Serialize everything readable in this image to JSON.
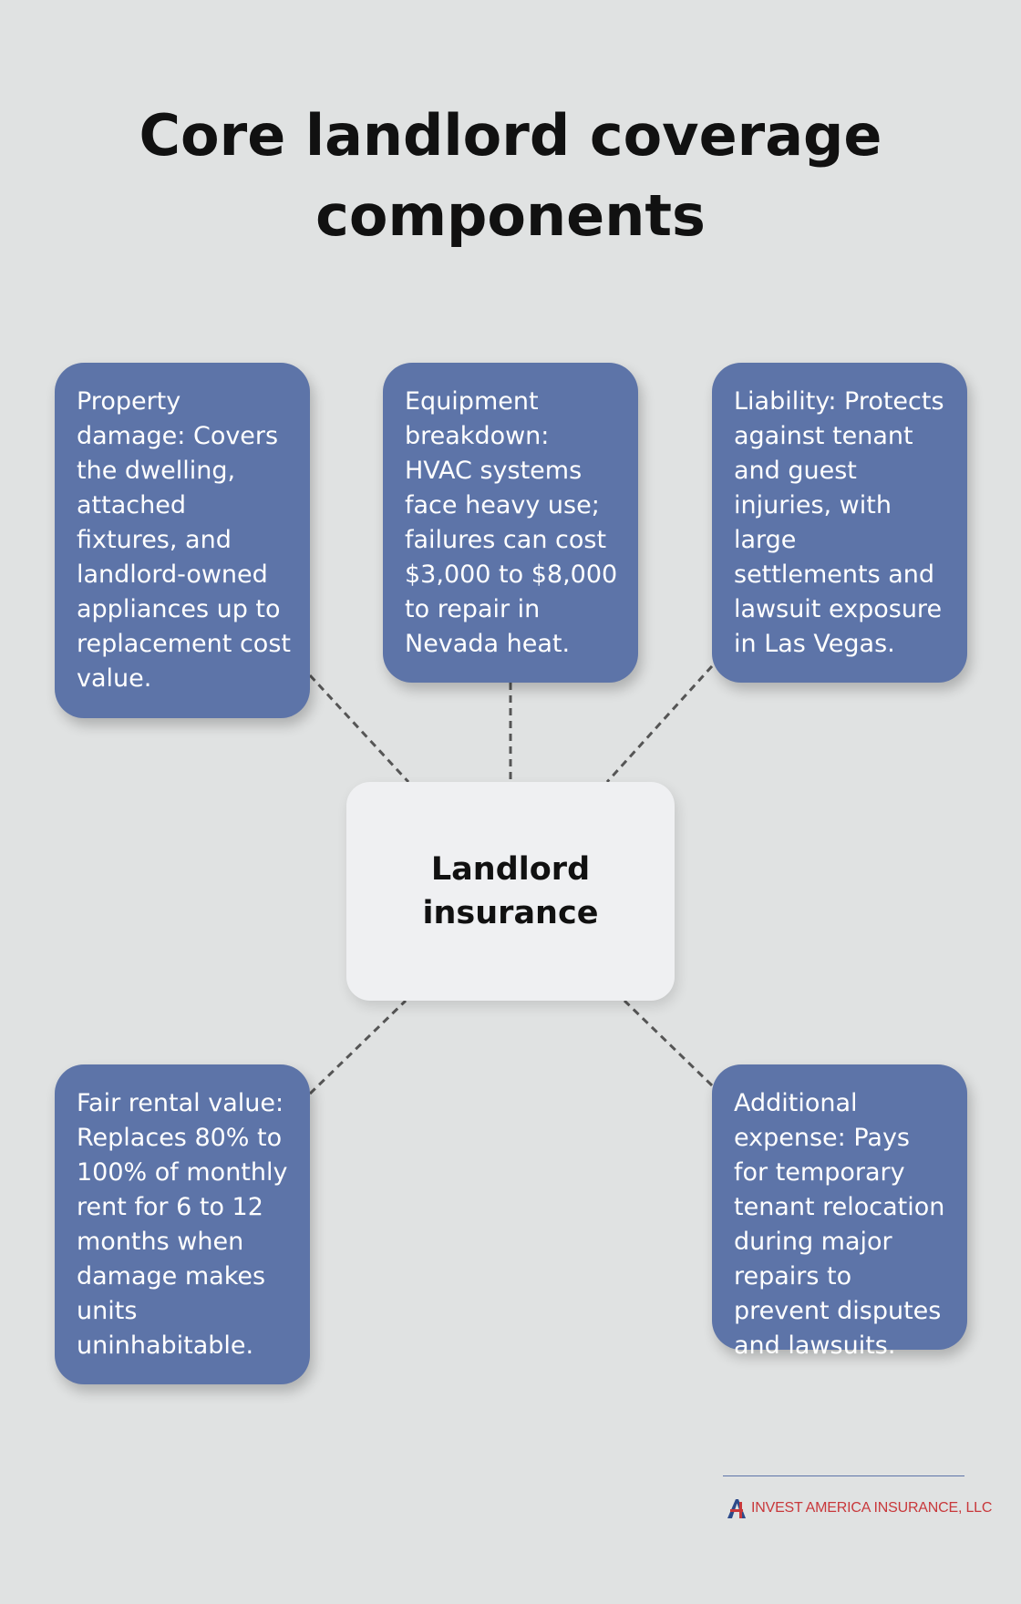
{
  "title": "Core landlord coverage components",
  "hub": {
    "label": "Landlord insurance"
  },
  "cards": [
    {
      "text": "Property damage: Covers the dwelling, attached fixtures, and landlord-owned appliances up to replacement cost value."
    },
    {
      "text": "Equipment breakdown: HVAC systems face heavy use; failures can cost $3,000 to $8,000 to repair in Nevada heat."
    },
    {
      "text": "Liability: Protects against tenant and guest injuries, with large settlements and lawsuit exposure in Las Vegas."
    },
    {
      "text": "Fair rental value: Replaces 80% to 100% of monthly rent for 6 to 12 months when damage makes units uninhabitable."
    },
    {
      "text": "Additional expense: Pays for temporary tenant relocation during major repairs to prevent disputes and lawsuits."
    }
  ],
  "footer": {
    "company": "INVEST AMERICA INSURANCE, LLC"
  },
  "colors": {
    "background": "#e0e2e2",
    "card": "#5d74a8",
    "hub": "#eff0f2",
    "connector": "#555555",
    "logo_red": "#c8383b",
    "logo_blue": "#2d4a8a"
  }
}
